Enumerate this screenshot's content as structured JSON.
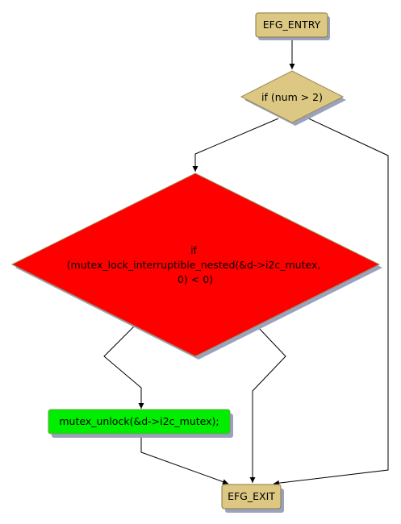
{
  "colors": {
    "terminal_fill": "#dcc882",
    "terminal_stroke": "#8a7a45",
    "decision_fill": "#dcc882",
    "decision_stroke": "#9a8a55",
    "critical_fill": "#ff0000",
    "critical_stroke": "#9a8a55",
    "action_fill": "#00ee00",
    "action_stroke": "#7a9a55",
    "edge": "#000000",
    "shadow": "#9aa2bd"
  },
  "nodes": {
    "entry": {
      "label": "EFG_ENTRY",
      "shape": "rounded-rect"
    },
    "decision1": {
      "label": "if (num > 2)",
      "shape": "diamond"
    },
    "decision2": {
      "shape": "diamond",
      "lines": [
        "if",
        "(mutex_lock_interruptible_nested(&d->i2c_mutex,",
        "0) < 0)"
      ]
    },
    "action": {
      "label": "mutex_unlock(&d->i2c_mutex);",
      "shape": "rounded-rect"
    },
    "exit": {
      "label": "EFG_EXIT",
      "shape": "rounded-rect"
    }
  },
  "edges": [
    {
      "from": "entry",
      "to": "decision1"
    },
    {
      "from": "decision1",
      "to": "decision2"
    },
    {
      "from": "decision1",
      "to": "exit"
    },
    {
      "from": "decision2",
      "to": "action"
    },
    {
      "from": "decision2",
      "to": "exit"
    },
    {
      "from": "action",
      "to": "exit"
    }
  ]
}
